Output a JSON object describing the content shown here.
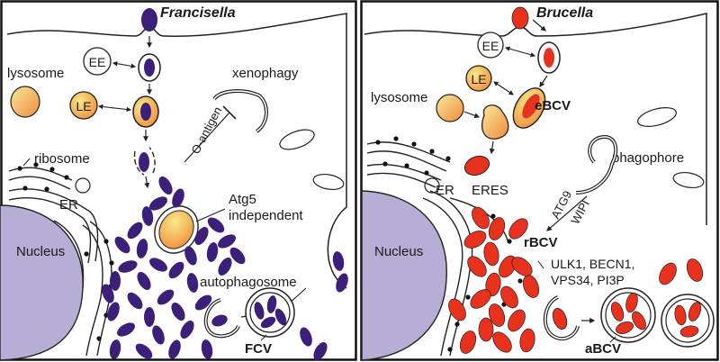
{
  "left_panel": {
    "title": "Francisella",
    "labels": {
      "ee": "EE",
      "le": "LE",
      "lysosome": "lysosome",
      "ribosome": "ribosome",
      "er": "ER",
      "nucleus": "Nucleus",
      "xenophagy": "xenophagy",
      "o_antigen": "O-antigen",
      "atg5_line1": "Atg5",
      "atg5_line2": "independent",
      "autophagosome": "autophagosome",
      "fcv": "FCV"
    }
  },
  "right_panel": {
    "title": "Brucella",
    "labels": {
      "ee": "EE",
      "le": "LE",
      "lysosome": "lysosome",
      "ebcv": "eBCV",
      "er": "ER",
      "eres": "ERES",
      "phagophore": "phagophore",
      "atg9": "ATG9",
      "wipi": "WIPI",
      "nucleus": "Nucleus",
      "rbcv": "rBCV",
      "factors_line1": "ULK1, BECN1,",
      "factors_line2": "VPS34, PI3P",
      "abcv": "aBCV"
    }
  },
  "colors": {
    "francisella": "#3b1f78",
    "brucella": "#e8321e",
    "nucleus": "#b7aed6",
    "endosome_gradient_start": "#f6e07a",
    "endosome_gradient_end": "#f19a3e"
  }
}
